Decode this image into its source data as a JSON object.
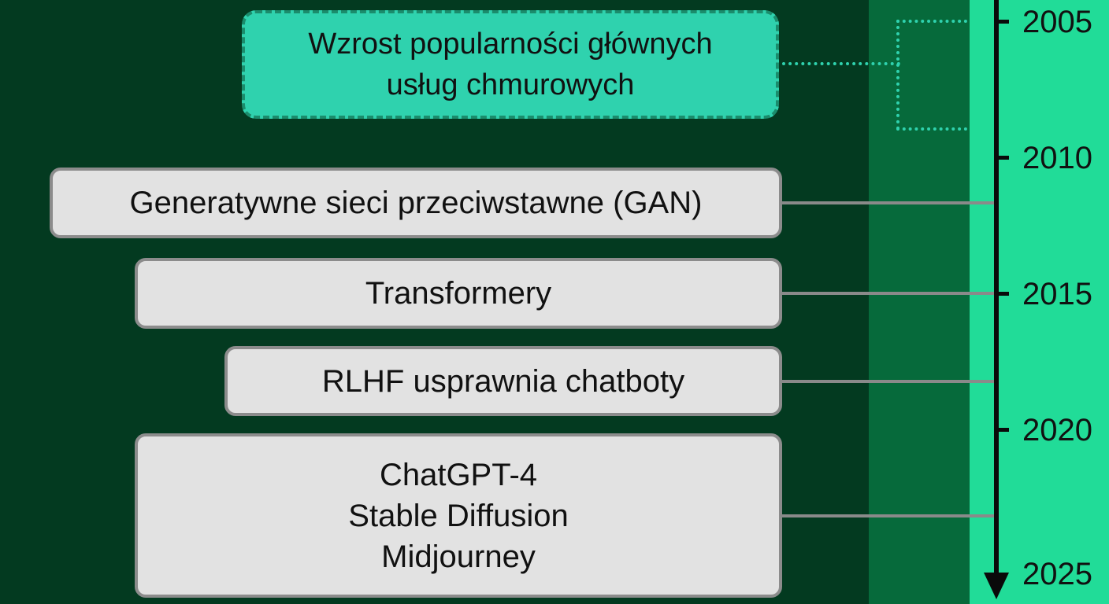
{
  "timeline": {
    "cloud_event": {
      "line1": "Wzrost popularności głównych",
      "line2": "usług chmurowych"
    },
    "events": [
      {
        "lines": [
          "Generatywne sieci przeciwstawne (GAN)"
        ]
      },
      {
        "lines": [
          "Transformery"
        ]
      },
      {
        "lines": [
          "RLHF usprawnia chatboty"
        ]
      },
      {
        "lines": [
          "ChatGPT-4",
          "Stable Diffusion",
          "Midjourney"
        ]
      }
    ],
    "years": [
      "2005",
      "2010",
      "2015",
      "2020",
      "2025"
    ],
    "colors": {
      "background_dark": "#033a20",
      "band_mid": "#066a3b",
      "band_light": "#21dc98",
      "cloud_fill": "#2fd2ae",
      "box_fill": "#e2e2e2",
      "axis": "#0a0a0a"
    }
  }
}
